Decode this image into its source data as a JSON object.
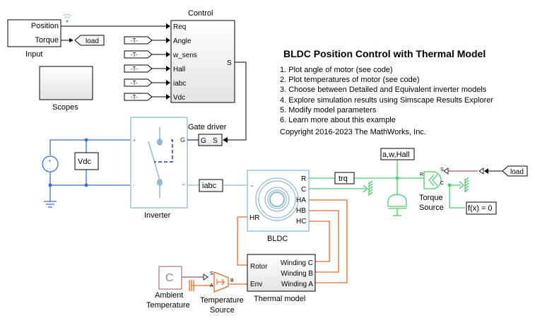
{
  "annotation": {
    "title": "BLDC Position Control with Thermal Model",
    "steps": [
      "1. Plot angle of motor (see code)",
      "2. Plot temperatures of motor (see code)",
      "3. Choose between Detailed and Equivalent inverter models",
      "4. Explore simulation results using Simscape Results Explorer",
      "5. Modify model parameters",
      "6. Learn more about this example"
    ],
    "copyright": "Copyright 2016-2023 The MathWorks, Inc."
  },
  "blocks": {
    "input": {
      "label": "Input",
      "ports": [
        "Position",
        "Torque"
      ]
    },
    "load_goto": "load",
    "scopes": {
      "label": "Scopes"
    },
    "control": {
      "label": "Control",
      "inputs": [
        "Req",
        "Angle",
        "w_sens",
        "Hall",
        "iabc",
        "Vdc"
      ],
      "output": "S"
    },
    "from_tags": [
      "-T-",
      "-T-",
      "-T-",
      "-T-",
      "-T-"
    ],
    "vdc": "Vdc",
    "inverter": {
      "label": "Inverter",
      "port_plus": "+",
      "port_minus": "-",
      "port_g": "G",
      "port_ac": "~"
    },
    "gate_driver": {
      "label": "Gate driver",
      "port_g": "G",
      "port_s": "S"
    },
    "iabc": "iabc",
    "bldc": {
      "label": "BLDC",
      "ports": [
        "R",
        "C",
        "HA",
        "HB",
        "HC"
      ],
      "port_hr": "HR",
      "port_ac": "~"
    },
    "trq": "trq",
    "sensor_tag": "a,w,Hall",
    "torque_source": {
      "label_line1": "Torque",
      "label_line2": "Source",
      "port_r": "R",
      "port_s": "S",
      "port_c": "C"
    },
    "load_from": "load",
    "fx": "f(x) = 0",
    "thermal_model": {
      "label": "Thermal model",
      "left_ports": [
        "Rotor",
        "Env"
      ],
      "right_ports": [
        "Winding C",
        "Winding B",
        "Winding A"
      ]
    },
    "ambient": {
      "glyph": "C",
      "label_line1": "Ambient",
      "label_line2": "Temperature"
    },
    "temp_source": {
      "label_line1": "Temperature",
      "label_line2": "Source",
      "port_s": "S",
      "port_a": "A",
      "port_b": "B"
    }
  },
  "colors": {
    "electrical": "#3a6fd0",
    "inverter_line": "#8fb8d4",
    "mechanical": "#4ccf6e",
    "thermal": "#e8692a",
    "physical_signal": "#9b5a5a",
    "gate_dashed": "#1f3a8a"
  }
}
